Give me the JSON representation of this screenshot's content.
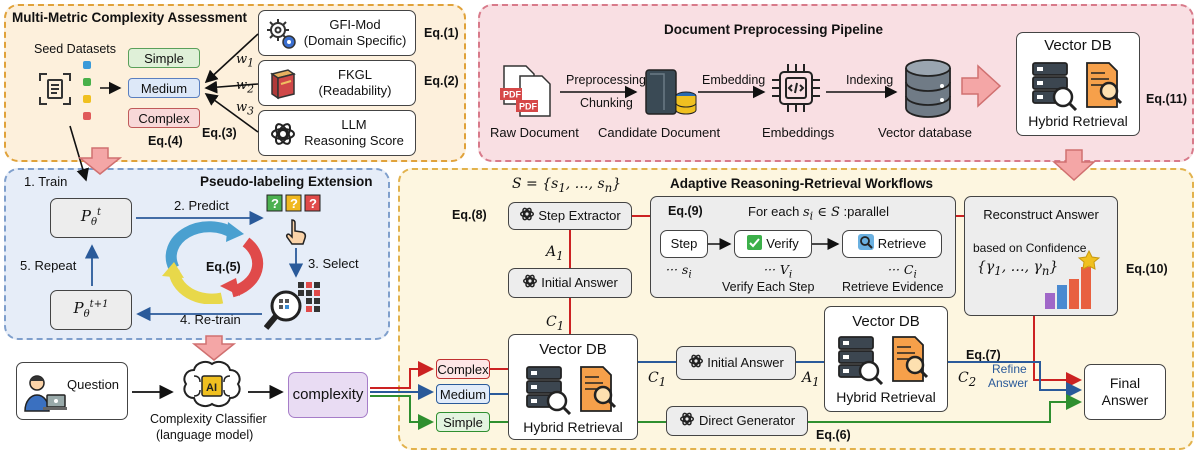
{
  "complexity_panel": {
    "title": "Multi-Metric Complexity Assessment",
    "seed_label": "Seed Datasets",
    "levels": [
      "Simple",
      "Medium",
      "Complex"
    ],
    "weights": [
      "w1",
      "w2",
      "w3"
    ],
    "metrics": [
      {
        "name": "GFI-Mod",
        "desc": "(Domain Specific)",
        "eq": "Eq.(1)"
      },
      {
        "name": "FKGL",
        "desc": "(Readability)",
        "eq": "Eq.(2)"
      },
      {
        "name": "LLM",
        "desc": "Reasoning Score",
        "eq": "Eq.(3)"
      }
    ],
    "eq4": "Eq.(4)"
  },
  "preprocess_panel": {
    "title": "Document Preprocessing Pipeline",
    "steps": [
      "Raw Document",
      "Candidate Document",
      "Embeddings",
      "Vector database"
    ],
    "arrows": [
      "Preprocessing",
      "Chunking",
      "Embedding",
      "Indexing"
    ],
    "vector_db": "Vector DB",
    "hybrid": "Hybrid Retrieval",
    "eq11": "Eq.(11)"
  },
  "pseudo_panel": {
    "title": "Pseudo-labeling Extension",
    "model_t": "t",
    "model_t1": "t+1",
    "steps": [
      "1. Train",
      "2. Predict",
      "3. Select",
      "4. Re-train",
      "5. Repeat"
    ],
    "eq5": "Eq.(5)"
  },
  "classifier": {
    "question": "Question",
    "ai": "AI",
    "label_line1": "Complexity Classifier",
    "label_line2": "(language model)",
    "output": "complexity"
  },
  "workflow_panel": {
    "title": "Adaptive Reasoning-Retrieval Workflows",
    "set_expr": "S = {s1, …, sn}",
    "step_extractor": "Step Extractor",
    "initial_answer": "Initial Answer",
    "a1": "A1",
    "c1": "C1",
    "c2": "C2",
    "eq8": "Eq.(8)",
    "eq9": "Eq.(9)",
    "foreach": "For each",
    "foreach_math": "si ∈ S",
    "foreach_suffix": ":parallel",
    "step": "Step",
    "verify": "Verify",
    "retrieve": "Retrieve",
    "dots_s": "··· si",
    "dots_v": "··· Vi",
    "dots_c": "··· Ci",
    "verify_each": "Verify Each Step",
    "retrieve_evidence": "Retrieve Evidence",
    "reconstruct": "Reconstruct Answer",
    "based_on": "based on Confidence",
    "gamma": "{γ1, …, γn}",
    "eq10": "Eq.(10)",
    "vector_db": "Vector DB",
    "hybrid": "Hybrid Retrieval",
    "initial_answer_mid": "Initial Answer",
    "eq7": "Eq.(7)",
    "refine1": "Refine",
    "refine2": "Answer",
    "direct": "Direct Generator",
    "eq6": "Eq.(6)",
    "final1": "Final",
    "final2": "Answer",
    "tags": [
      "Complex",
      "Medium",
      "Simple"
    ]
  },
  "colors": {
    "orange_panel": "#fdf0dc",
    "orange_border": "#e0a23a",
    "pink_panel": "#f9dfe3",
    "pink_border": "#d87a8a",
    "blue_panel": "#e6edf8",
    "blue_border": "#7f9fcc",
    "yellow_panel": "#fdf6e0",
    "yellow_border": "#e2b24c",
    "complex": "#cc2222",
    "medium": "#2a5a9a",
    "simple": "#2f8f2f",
    "complexity_box": "#e9dcf3"
  }
}
